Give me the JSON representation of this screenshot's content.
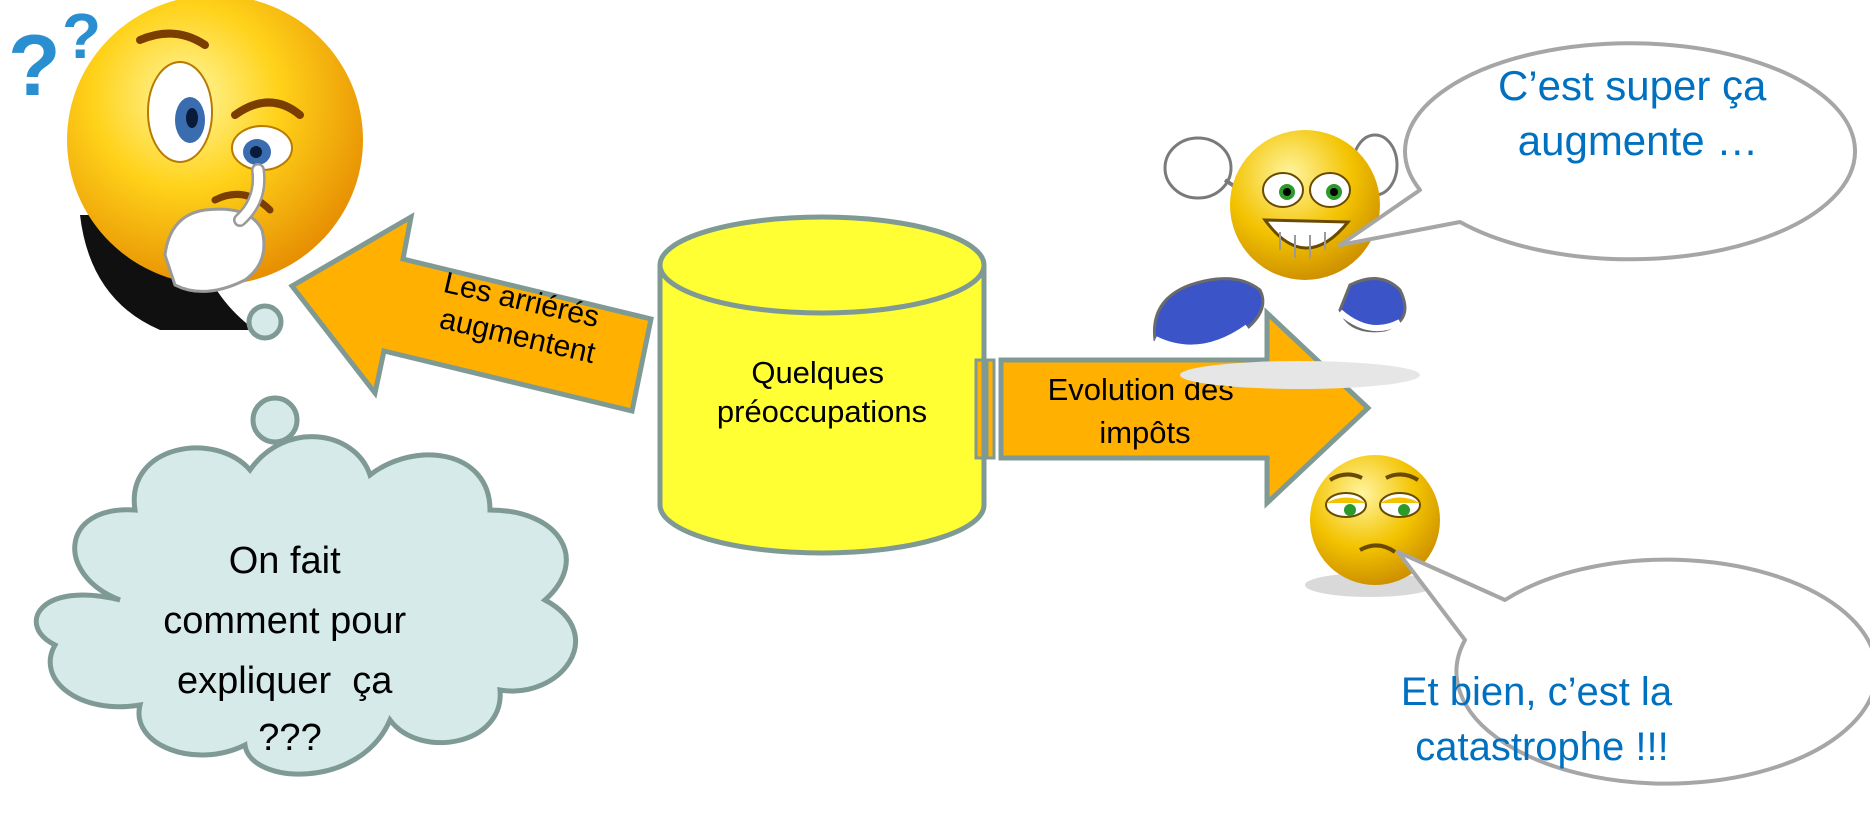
{
  "center_label": [
    "Quelques",
    "préoccupations"
  ],
  "left_arrow_label": [
    "Les arriérés",
    "augmentent"
  ],
  "right_arrow_label": [
    "Evolution des",
    "impôts"
  ],
  "thought_cloud_text": [
    "On fait",
    "comment pour",
    "expliquer  ça",
    "???"
  ],
  "happy_bubble_text": [
    "C’est super ça",
    "augmente …"
  ],
  "sad_bubble_text": [
    "Et bien, c’est la",
    "catastrophe !!!"
  ],
  "colors": {
    "cylinder_fill": "#ffff33",
    "arrow_fill": "#ffb000",
    "arrow_stroke": "#7f9a94",
    "cloud_fill": "#d6eaea",
    "bubble_stroke": "#a6a6a6",
    "bubble_text": "#0070c0",
    "smiley_yellow": "#f7c600"
  },
  "icons": {
    "thinking": "thinking-smiley-icon",
    "happy": "happy-running-smiley-icon",
    "sad": "sad-smiley-icon"
  }
}
